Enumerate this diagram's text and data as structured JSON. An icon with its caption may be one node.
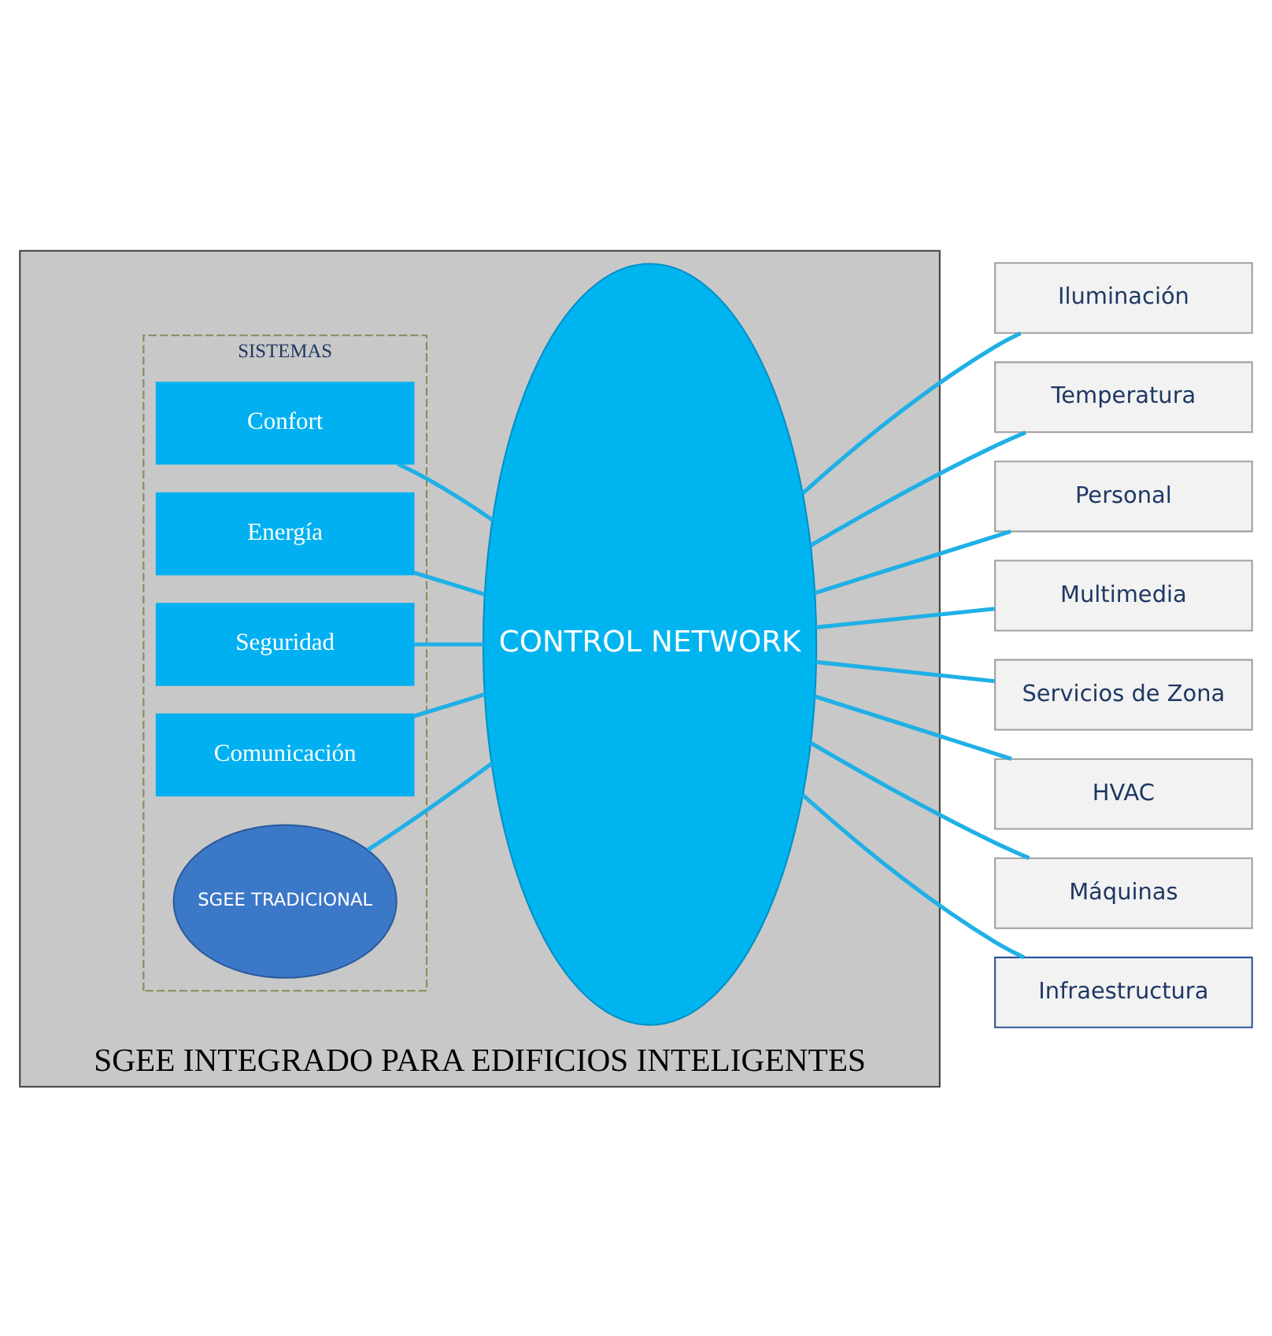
{
  "diagram": {
    "nodes": [
      {
        "text": [
          "SGEE INTEGRADO PARA EDIFICIOS INTELIGENTES"
        ]
      },
      {
        "text": [
          "SISTEMAS"
        ],
        "in": 0
      },
      {
        "text": [
          "Confort"
        ],
        "in": 1
      },
      {
        "text": [
          "Energía"
        ],
        "in": 1
      },
      {
        "text": [
          "Seguridad"
        ],
        "in": 1
      },
      {
        "text": [
          "Comunicación"
        ],
        "in": 1
      },
      {
        "text": [
          "SGEE TRADICIONAL"
        ],
        "in": 1
      },
      {
        "text": [
          "CONTROL NETWORK"
        ],
        "in": 0
      },
      {
        "text": [
          "Iluminación"
        ]
      },
      {
        "text": [
          "Temperatura"
        ]
      },
      {
        "text": [
          "Personal"
        ]
      },
      {
        "text": [
          "Multimedia"
        ]
      },
      {
        "text": [
          "Servicios de Zona"
        ]
      },
      {
        "text": [
          "HVAC"
        ]
      },
      {
        "text": [
          "Máquinas"
        ]
      },
      {
        "text": [
          "Infraestructura"
        ]
      }
    ],
    "edges": [
      {
        "from": 2,
        "to": 7,
        "arrow": "none"
      },
      {
        "from": 3,
        "to": 7,
        "arrow": "none"
      },
      {
        "from": 4,
        "to": 7,
        "arrow": "none"
      },
      {
        "from": 5,
        "to": 7,
        "arrow": "none"
      },
      {
        "from": 6,
        "to": 7,
        "arrow": "none"
      },
      {
        "from": 7,
        "to": 8,
        "arrow": "none"
      },
      {
        "from": 7,
        "to": 9,
        "arrow": "none"
      },
      {
        "from": 7,
        "to": 10,
        "arrow": "none"
      },
      {
        "from": 7,
        "to": 11,
        "arrow": "none"
      },
      {
        "from": 7,
        "to": 12,
        "arrow": "none"
      },
      {
        "from": 7,
        "to": 13,
        "arrow": "none"
      },
      {
        "from": 7,
        "to": 14,
        "arrow": "none"
      },
      {
        "from": 7,
        "to": 15,
        "arrow": "none"
      }
    ]
  }
}
